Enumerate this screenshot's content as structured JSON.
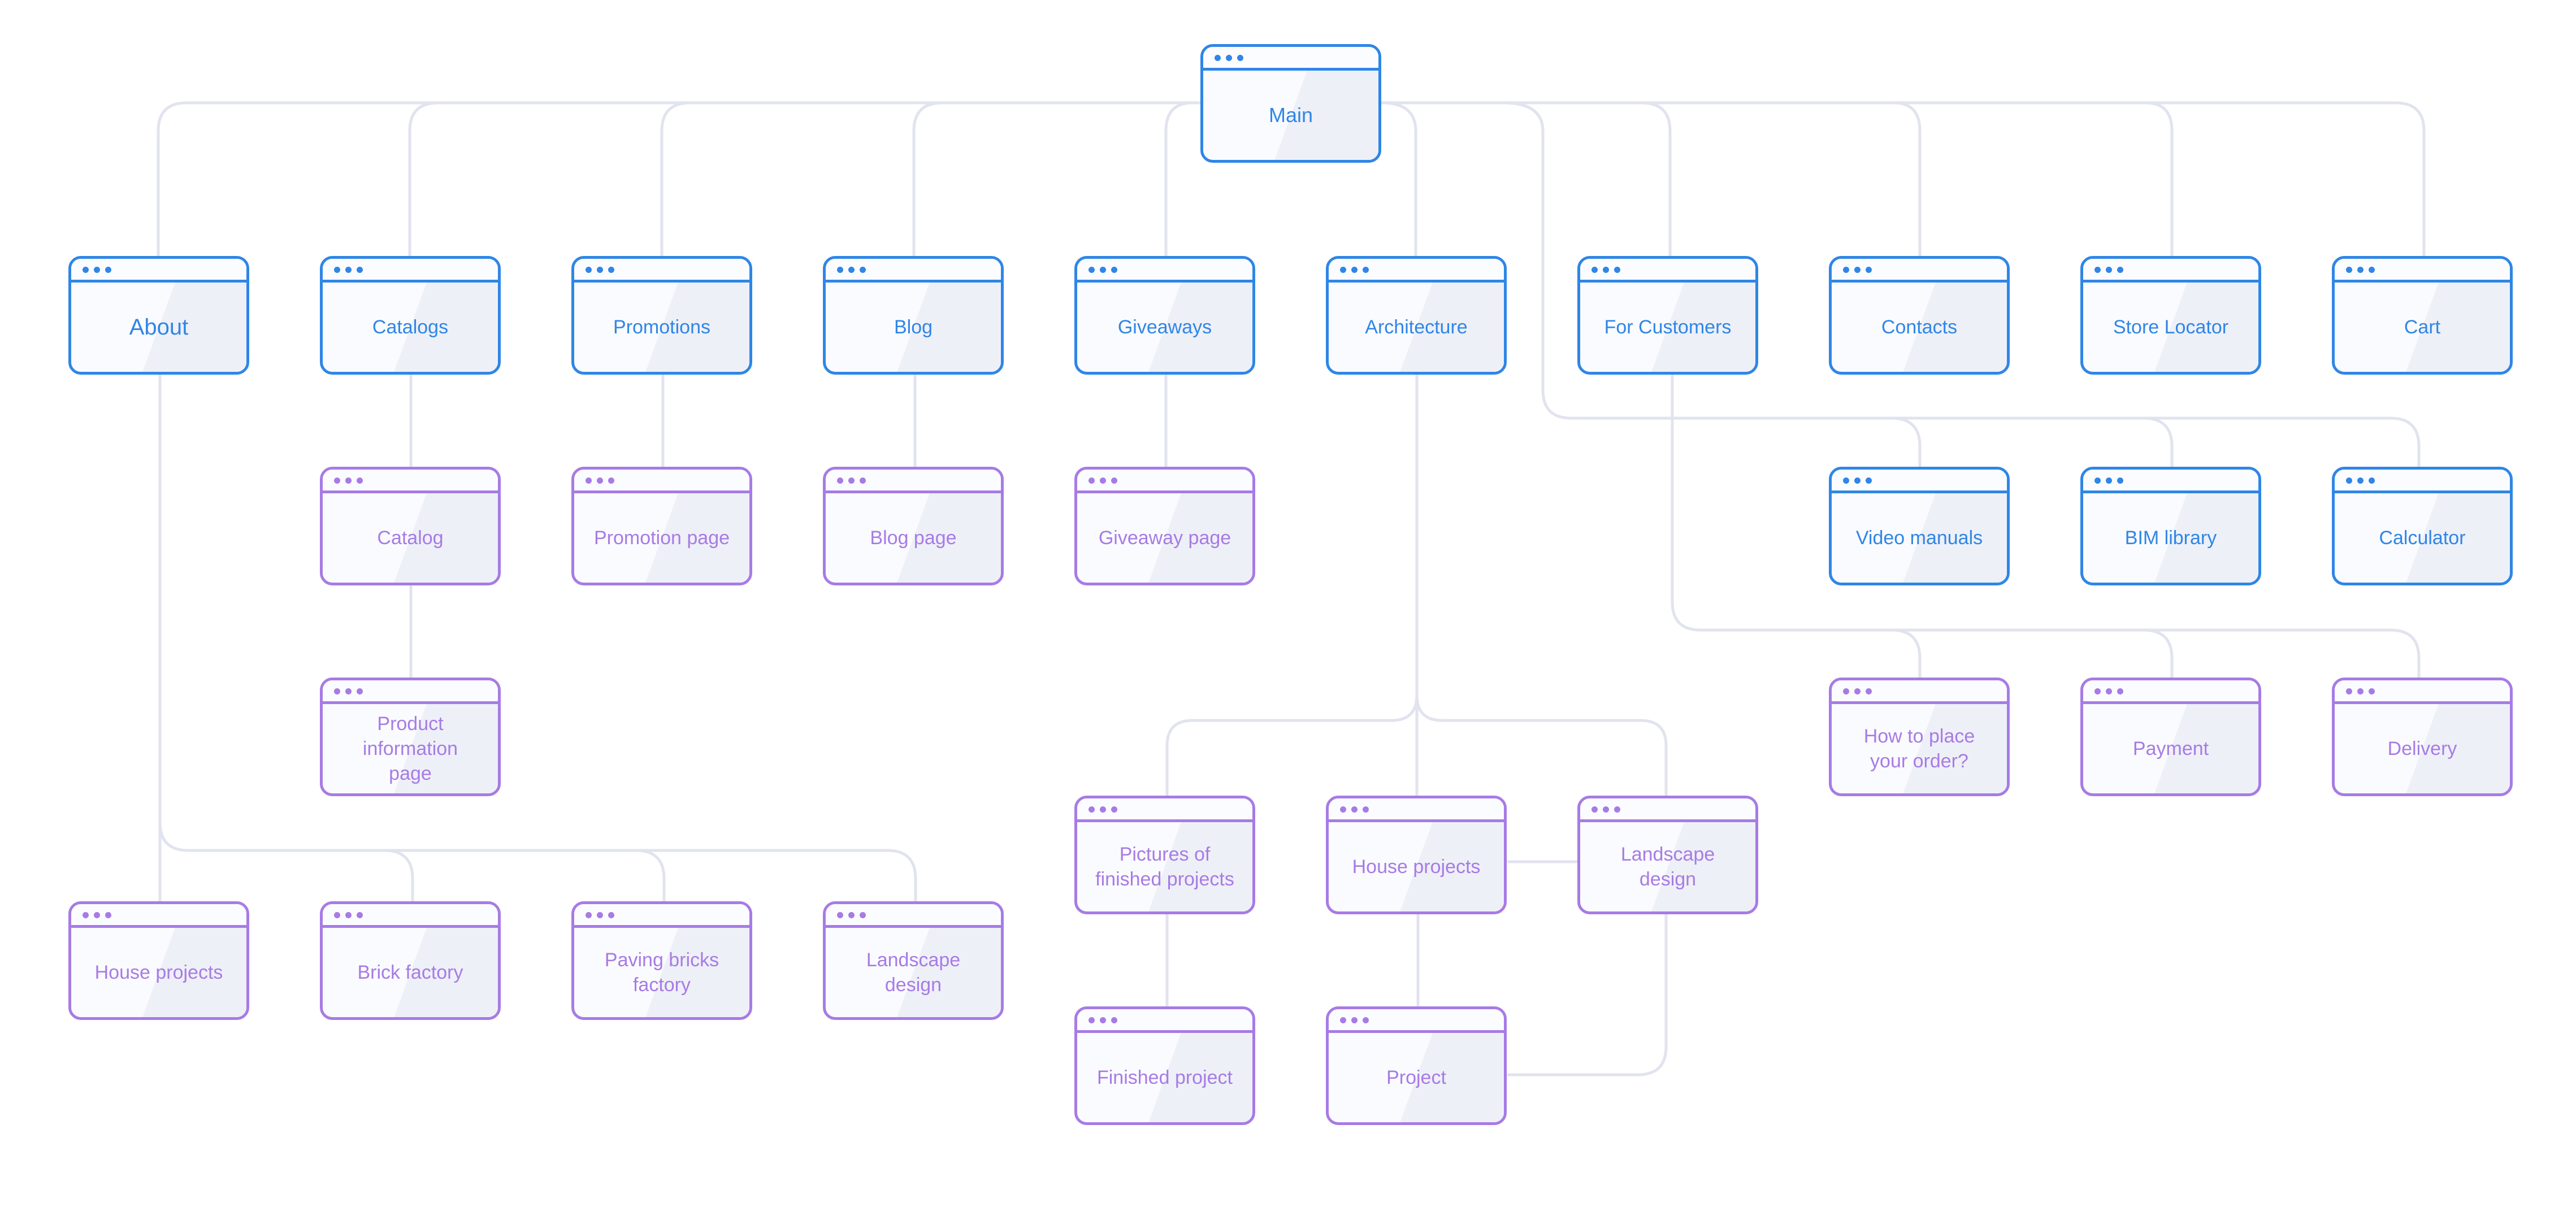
{
  "colors": {
    "primary": "#2f86e6",
    "secondary": "#a77be5",
    "connector": "#e1e3ee",
    "card_fill": "#fafbfe"
  },
  "diagram": {
    "main": "Main",
    "sections": {
      "about": "About",
      "catalogs": "Catalogs",
      "promotions": "Promotions",
      "blog": "Blog",
      "giveaways": "Giveaways",
      "architecture": "Architecture",
      "for_customers": "For Customers",
      "contacts": "Contacts",
      "store_locator": "Store Locator",
      "cart": "Cart"
    },
    "pages": {
      "catalog": "Catalog",
      "product_information_page": "Product\ninformation\npage",
      "promotion_page": "Promotion page",
      "blog_page": "Blog page",
      "giveaway_page": "Giveaway page",
      "video_manuals": "Video manuals",
      "bim_library": "BIM library",
      "calculator": "Calculator",
      "how_to_place_order": "How to place\nyour order?",
      "payment": "Payment",
      "delivery": "Delivery",
      "pictures_of_finished_projects": "Pictures of\nfinished projects",
      "arch_house_projects": "House projects",
      "arch_landscape_design": "Landscape\ndesign",
      "finished_project": "Finished project",
      "project": "Project",
      "about_house_projects": "House projects",
      "brick_factory": "Brick factory",
      "paving_bricks_factory": "Paving bricks\nfactory",
      "about_landscape_design": "Landscape\ndesign"
    }
  }
}
